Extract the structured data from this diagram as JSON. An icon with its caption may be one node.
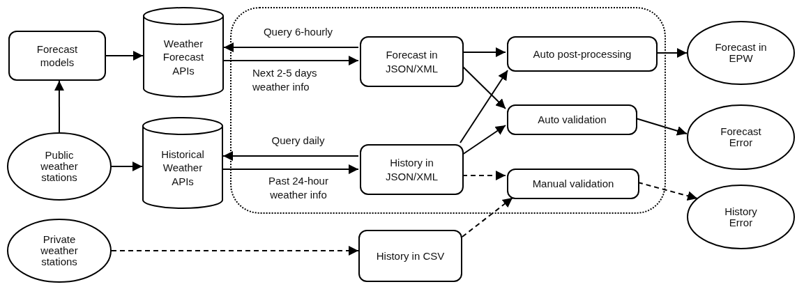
{
  "diagram": {
    "nodes": [
      {
        "text": [
          "Forecast models"
        ]
      },
      {
        "text": [
          "Weather Forecast APIs"
        ]
      },
      {
        "text": [
          "Public weather stations"
        ]
      },
      {
        "text": [
          "Historical Weather APIs"
        ]
      },
      {
        "text": [
          "Private weather stations"
        ]
      },
      {
        "text": [],
        "shape": "box"
      },
      {
        "text": [
          "Forecast in JSON/XML"
        ],
        "in": 5
      },
      {
        "text": [
          "History in JSON/XML"
        ],
        "in": 5
      },
      {
        "text": [
          "Auto post-processing"
        ],
        "in": 5
      },
      {
        "text": [
          "Auto validation"
        ],
        "in": 5
      },
      {
        "text": [
          "Manual validation"
        ],
        "in": 5
      },
      {
        "text": [
          "History in CSV"
        ]
      },
      {
        "text": [
          "Forecast in EPW"
        ]
      },
      {
        "text": [
          "Forecast Error"
        ]
      },
      {
        "text": [
          "History Error"
        ]
      }
    ],
    "edges": [
      {
        "from": 0,
        "to": 1,
        "arrow": "to"
      },
      {
        "from": 2,
        "to": 0,
        "arrow": "to"
      },
      {
        "from": 2,
        "to": 3,
        "arrow": "to"
      },
      {
        "from": 6,
        "to": 1,
        "arrow": "to",
        "label": "Query 6-hourly"
      },
      {
        "from": 1,
        "to": 6,
        "arrow": "to",
        "label": "Next 2-5 days weather info"
      },
      {
        "from": 7,
        "to": 3,
        "arrow": "to",
        "label": "Query daily"
      },
      {
        "from": 3,
        "to": 7,
        "arrow": "to",
        "label": "Past 24-hour weather info"
      },
      {
        "from": 4,
        "to": 11,
        "arrow": "to",
        "style": "dashed"
      },
      {
        "from": 6,
        "to": 8,
        "arrow": "to"
      },
      {
        "from": 6,
        "to": 9,
        "arrow": "to"
      },
      {
        "from": 7,
        "to": 8,
        "arrow": "to"
      },
      {
        "from": 7,
        "to": 9,
        "arrow": "to"
      },
      {
        "from": 7,
        "to": 10,
        "arrow": "to",
        "style": "dashed"
      },
      {
        "from": 11,
        "to": 10,
        "arrow": "to",
        "style": "dashed"
      },
      {
        "from": 8,
        "to": 12,
        "arrow": "to"
      },
      {
        "from": 9,
        "to": 13,
        "arrow": "to"
      },
      {
        "from": 10,
        "to": 14,
        "arrow": "to",
        "style": "dashed"
      }
    ]
  }
}
